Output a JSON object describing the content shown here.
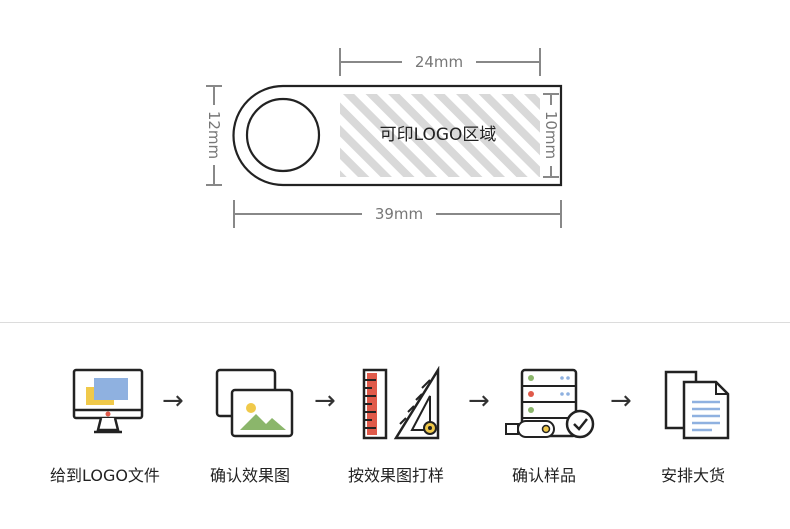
{
  "diagram": {
    "width_label": "24mm",
    "total_label": "39mm",
    "left_height_label": "12mm",
    "right_height_label": "10mm",
    "area_label": "可印LOGO区域"
  },
  "steps": [
    {
      "icon": "monitor-icon",
      "label": "给到LOGO文件"
    },
    {
      "icon": "image-icon",
      "label": "确认效果图"
    },
    {
      "icon": "ruler-triangle-icon",
      "label": "按效果图打样"
    },
    {
      "icon": "server-check-icon",
      "label": "确认样品"
    },
    {
      "icon": "document-icon",
      "label": "安排大货"
    }
  ],
  "arrow_glyph": "→",
  "colors": {
    "stripe": "#d9d9d9",
    "outline": "#222222",
    "dimension": "#888888",
    "blue": "#8fb1e0",
    "yellow": "#f0c94a",
    "green": "#8bb66b",
    "red": "#e05a4a"
  }
}
